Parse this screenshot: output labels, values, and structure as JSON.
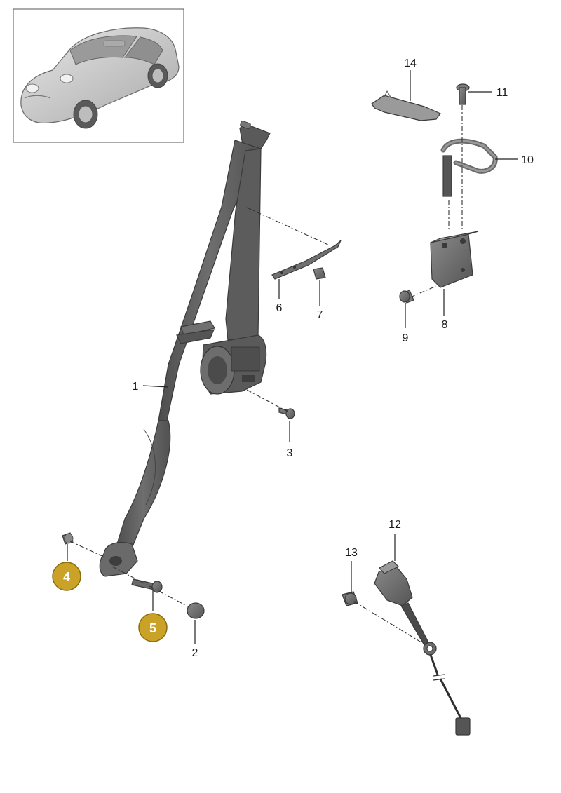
{
  "diagram": {
    "callouts": [
      {
        "id": "1",
        "text": "1"
      },
      {
        "id": "2",
        "text": "2"
      },
      {
        "id": "3",
        "text": "3"
      },
      {
        "id": "4",
        "text": "4"
      },
      {
        "id": "5",
        "text": "5"
      },
      {
        "id": "6",
        "text": "6"
      },
      {
        "id": "7",
        "text": "7"
      },
      {
        "id": "8",
        "text": "8"
      },
      {
        "id": "9",
        "text": "9"
      },
      {
        "id": "10",
        "text": "10"
      },
      {
        "id": "11",
        "text": "11"
      },
      {
        "id": "12",
        "text": "12"
      },
      {
        "id": "13",
        "text": "13"
      },
      {
        "id": "14",
        "text": "14"
      }
    ],
    "highlighted_callouts": [
      "4",
      "5"
    ],
    "colors": {
      "badge": "#c9a227",
      "badge_border": "#8a6d10",
      "part_fill": "#6b6b6b",
      "part_dark": "#4a4a4a",
      "part_light": "#8c8c8c",
      "car_fill": "#cfcfcf"
    }
  }
}
